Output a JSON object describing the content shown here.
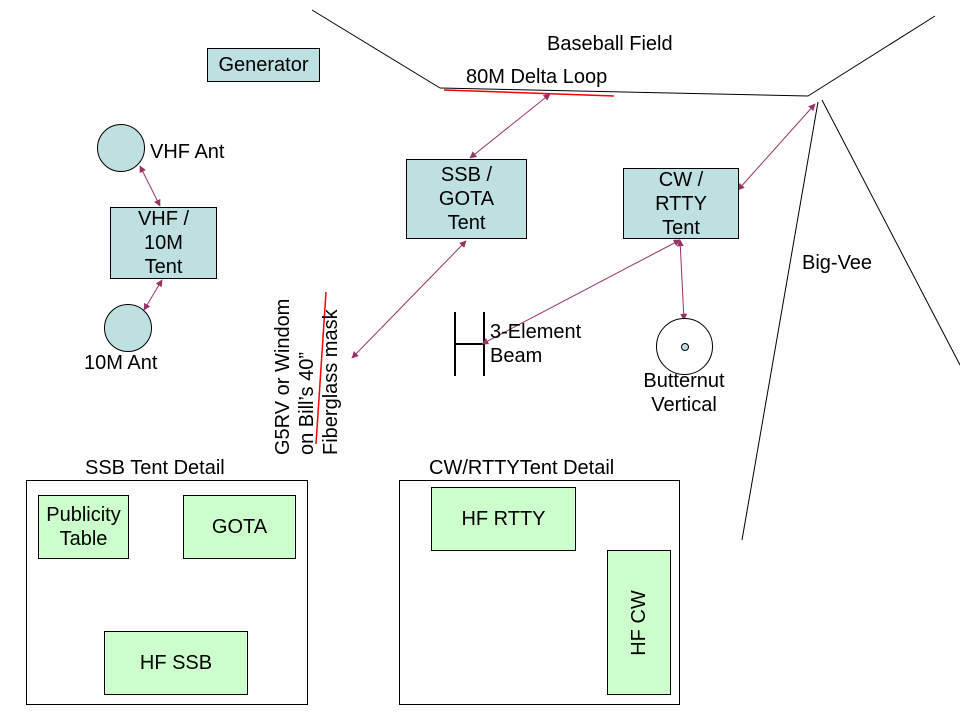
{
  "labels": {
    "baseball_field": "Baseball Field",
    "delta_loop": "80M Delta Loop",
    "generator": "Generator",
    "vhf_ant": "VHF Ant",
    "vhf_tent": "VHF /\n10M\nTent",
    "ten_m_ant": "10M Ant",
    "ssb_gota_tent": "SSB /\nGOTA\nTent",
    "cw_rtty_tent": "CW /\nRTTY\nTent",
    "big_vee": "Big-Vee",
    "g5rv": "G5RV or Windom\non Bill’s 40”\nFiberglass mask",
    "beam": "3-Element\nBeam",
    "butternut": "Butternut\nVertical"
  },
  "ssb_detail": {
    "title": "SSB Tent Detail",
    "publicity": "Publicity\nTable",
    "gota": "GOTA",
    "hf_ssb": "HF SSB"
  },
  "cw_detail": {
    "title": "CW/RTTYTent Detail",
    "hf_rtty": "HF RTTY",
    "hf_cw": "HF CW"
  },
  "colors": {
    "tent_fill": "#bfe0e0",
    "station_fill": "#ccffcc",
    "arrow": "#993366",
    "antenna_wire": "#ff0000"
  }
}
